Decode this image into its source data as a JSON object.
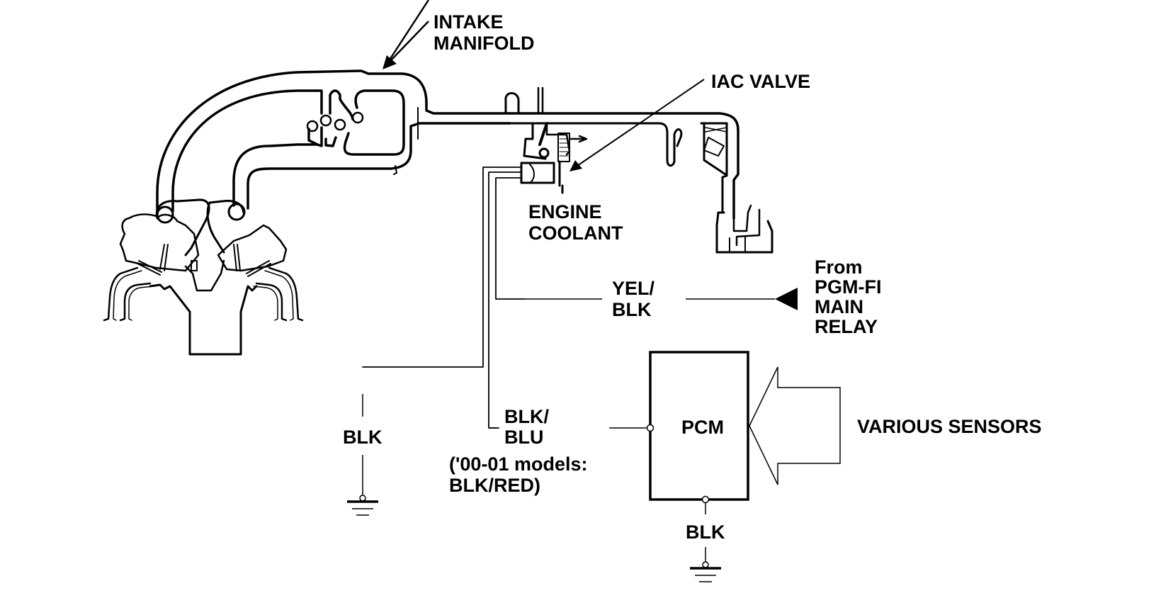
{
  "diagram": {
    "type": "wiring-schematic",
    "subject": "IAC valve circuit",
    "labels": {
      "intake_manifold": [
        "INTAKE",
        "MANIFOLD"
      ],
      "iac_valve": "IAC VALVE",
      "engine_coolant": [
        "ENGINE",
        "COOLANT"
      ],
      "yel_blk": [
        "YEL/",
        "BLK"
      ],
      "from_relay": [
        "From",
        "PGM-FI",
        "MAIN",
        "RELAY"
      ],
      "blk_ground_left": "BLK",
      "blk_blu": [
        "BLK/",
        "BLU"
      ],
      "model_note": [
        "('00-01 models:",
        "BLK/RED)"
      ],
      "pcm": "PCM",
      "various_sensors": "VARIOUS SENSORS",
      "blk_ground_pcm": "BLK"
    },
    "components": [
      {
        "id": "intake-manifold",
        "name": "Intake Manifold"
      },
      {
        "id": "iac-valve",
        "name": "IAC Valve"
      },
      {
        "id": "pcm",
        "name": "PCM"
      },
      {
        "id": "pgm-fi-main-relay",
        "name": "PGM-FI Main Relay"
      },
      {
        "id": "various-sensors",
        "name": "Various Sensors"
      }
    ],
    "wires": [
      {
        "color": "YEL/BLK",
        "from": "PGM-FI MAIN RELAY",
        "to": "IAC VALVE"
      },
      {
        "color": "BLK/BLU",
        "alt_color": "BLK/RED",
        "alt_note": "'00-01 models",
        "from": "IAC VALVE",
        "to": "PCM"
      },
      {
        "color": "BLK",
        "from": "IAC VALVE",
        "to": "Ground"
      },
      {
        "color": "BLK",
        "from": "PCM",
        "to": "Ground"
      }
    ]
  }
}
